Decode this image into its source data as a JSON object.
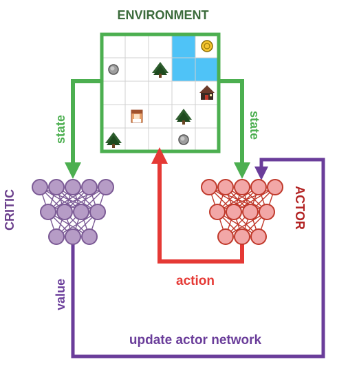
{
  "title": "ENVIRONMENT",
  "labels": {
    "state_left": "state",
    "state_right": "state",
    "critic": "CRITIC",
    "actor": "ACTOR",
    "action": "action",
    "value": "value",
    "update": "update actor network"
  },
  "colors": {
    "env": "#4caf50",
    "title": "#3b6b3b",
    "critic_text": "#6b3f8c",
    "critic_fill": "#b69cc6",
    "critic_stroke": "#7b5a95",
    "actor_text": "#b22222",
    "actor_fill": "#f2a7a7",
    "actor_stroke": "#c0392b",
    "action": "#e53935",
    "update": "#6a3d9a",
    "water": "#4fc3f7",
    "grid_line": "#d0d0d0"
  },
  "grid": {
    "rows": 5,
    "cols": 5,
    "cells": [
      {
        "row": 0,
        "col": 3,
        "icon": "water-icon"
      },
      {
        "row": 0,
        "col": 4,
        "icon": "coin-icon"
      },
      {
        "row": 1,
        "col": 0,
        "icon": "rock-icon"
      },
      {
        "row": 1,
        "col": 2,
        "icon": "tree-icon"
      },
      {
        "row": 1,
        "col": 3,
        "icon": "water-icon"
      },
      {
        "row": 1,
        "col": 4,
        "icon": "water-icon"
      },
      {
        "row": 2,
        "col": 4,
        "icon": "house-icon"
      },
      {
        "row": 3,
        "col": 1,
        "icon": "agent-icon"
      },
      {
        "row": 3,
        "col": 3,
        "icon": "tree-icon"
      },
      {
        "row": 4,
        "col": 0,
        "icon": "tree-icon"
      },
      {
        "row": 4,
        "col": 3,
        "icon": "rock-icon"
      }
    ]
  },
  "critic_layers": [
    5,
    4,
    3
  ],
  "actor_layers": [
    5,
    4,
    3
  ]
}
